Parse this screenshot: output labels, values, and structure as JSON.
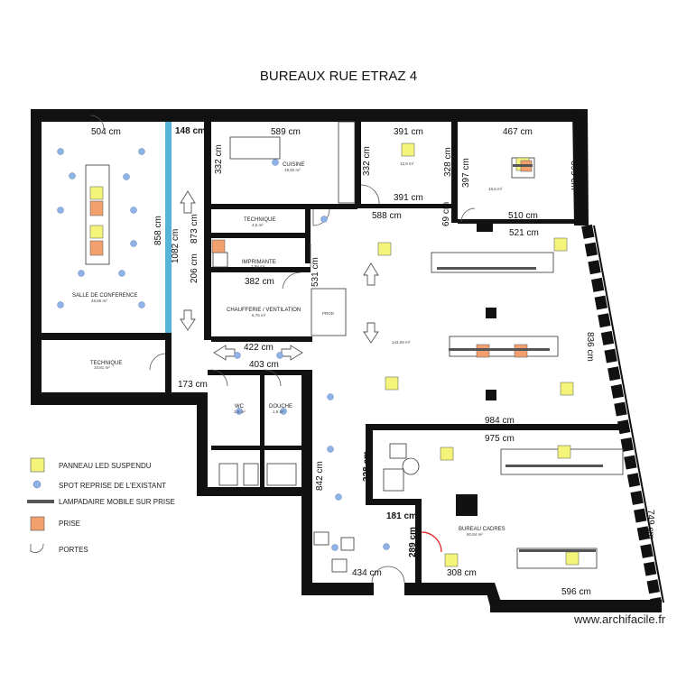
{
  "title": "BUREAUX RUE ETRAZ 4",
  "watermark": "www.archifacile.fr",
  "colors": {
    "wall": "#111111",
    "led_panel": "#f4f47a",
    "outlet": "#f2a06e",
    "spot": "#8fb3e6",
    "glass": "#56b4d8",
    "door_highlight": "#e02020",
    "lamp": "#555555"
  },
  "dimensions": [
    "504 cm",
    "148 cm",
    "589 cm",
    "391 cm",
    "467 cm",
    "332 cm",
    "332 cm",
    "328 cm",
    "397 cm",
    "399 cm",
    "391 cm",
    "588 cm",
    "69 cm",
    "510 cm",
    "521 cm",
    "858 cm",
    "1082 cm",
    "873 cm",
    "206 cm",
    "382 cm",
    "531 cm",
    "422 cm",
    "403 cm",
    "173 cm",
    "836 cm",
    "984 cm",
    "975 cm",
    "328 cm",
    "842 cm",
    "181 cm",
    "289 cm",
    "434 cm",
    "308 cm",
    "749 cm",
    "596 cm"
  ],
  "rooms": [
    {
      "name": "CUISINE",
      "area": "19,92 m²"
    },
    {
      "name": "",
      "area": "12,9 m²"
    },
    {
      "name": "",
      "area": "18,6 m²"
    },
    {
      "name": "TECHNIQUE",
      "area": "4,5 m²"
    },
    {
      "name": "IMPRIMANTE",
      "area": "7,88 m²"
    },
    {
      "name": "CHAUFFERIE / VENTILATION",
      "area": "6,76 m²"
    },
    {
      "name": "SALLE DE CONFERENCE",
      "area": "48,65 m²"
    },
    {
      "name": "TECHNIQUE",
      "area": "10,81 m²"
    },
    {
      "name": "WC",
      "area": "1,5 m²"
    },
    {
      "name": "DOUCHE",
      "area": "1,6 m²"
    },
    {
      "name": "",
      "area": "143,09 m²"
    },
    {
      "name": "BUREAU CADRES",
      "area": "60,84 m²"
    },
    {
      "name": "PROD",
      "area": ""
    }
  ],
  "legend": [
    {
      "icon": "led-panel",
      "label": "PANNEAU LED SUSPENDU"
    },
    {
      "icon": "spot",
      "label": "SPOT REPRISE DE L'EXISTANT"
    },
    {
      "icon": "lamp",
      "label": "LAMPADAIRE MOBILE SUR PRISE"
    },
    {
      "icon": "outlet",
      "label": "PRISE"
    },
    {
      "icon": "door",
      "label": "PORTES"
    }
  ]
}
